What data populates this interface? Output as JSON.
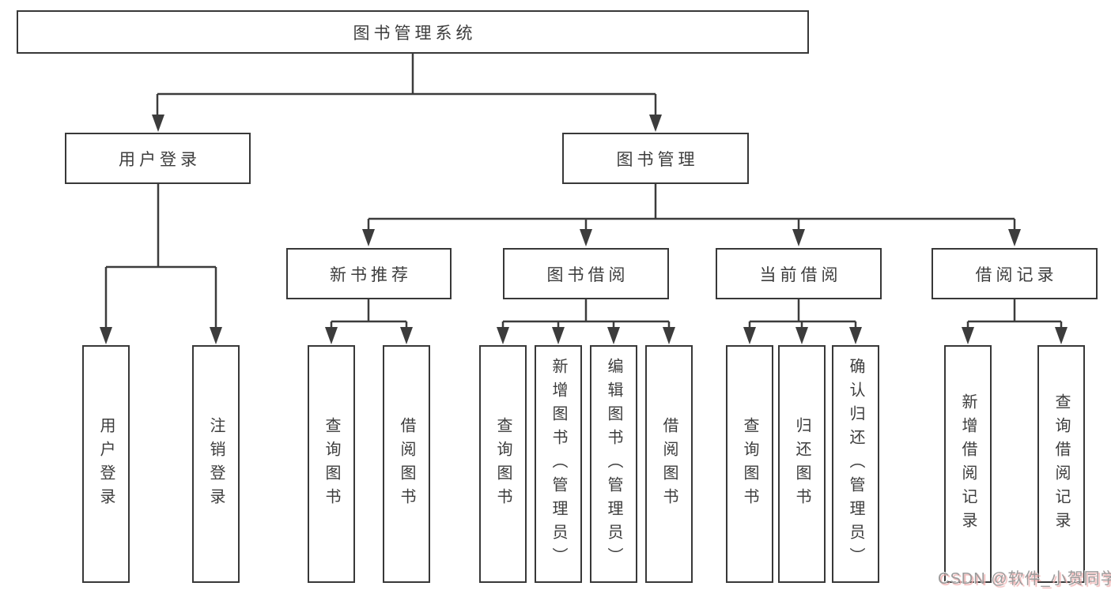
{
  "diagram": {
    "root": {
      "label": "图书管理系统"
    },
    "branches": [
      {
        "label": "用户登录",
        "children": [
          {
            "label": "用户登录"
          },
          {
            "label": "注销登录"
          }
        ]
      },
      {
        "label": "图书管理",
        "children": [
          {
            "label": "新书推荐",
            "children": [
              {
                "label": "查询图书"
              },
              {
                "label": "借阅图书"
              }
            ]
          },
          {
            "label": "图书借阅",
            "children": [
              {
                "label": "查询图书"
              },
              {
                "label": "新增图书（管理员）"
              },
              {
                "label": "编辑图书（管理员）"
              },
              {
                "label": "借阅图书"
              }
            ]
          },
          {
            "label": "当前借阅",
            "children": [
              {
                "label": "查询图书"
              },
              {
                "label": "归还图书"
              },
              {
                "label": "确认归还（管理员）"
              }
            ]
          },
          {
            "label": "借阅记录",
            "children": [
              {
                "label": "新增借阅记录"
              },
              {
                "label": "查询借阅记录"
              }
            ]
          }
        ]
      }
    ]
  },
  "watermark": {
    "text": "CSDN @软件_小贺同学"
  },
  "colors": {
    "background": "#ffffff",
    "line": "#3c3c3c",
    "box_border": "#383838",
    "text": "#3d3d3d",
    "watermark_text": "#9b9b9b",
    "watermark_shadow": "#f0b4b4"
  }
}
